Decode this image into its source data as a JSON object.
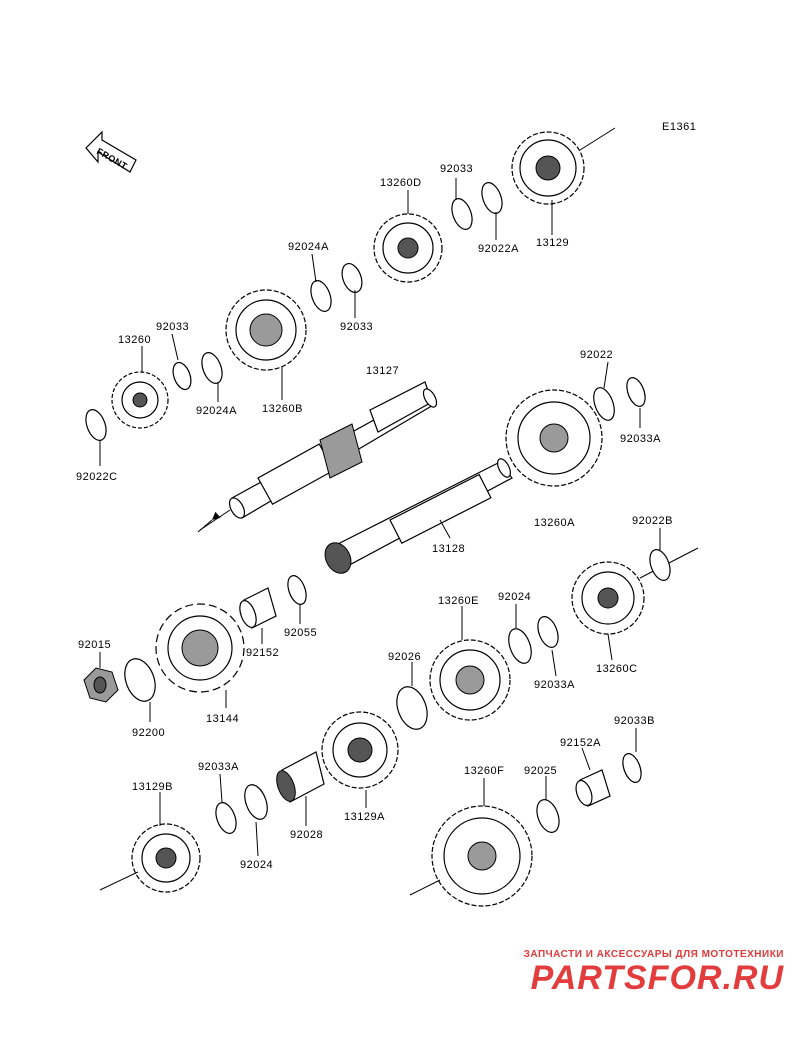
{
  "diagram_id": "E1361",
  "front_label": "FRONT",
  "parts": {
    "p13129": "13129",
    "p92022A": "92022A",
    "p92033_top": "92033",
    "p13260D": "13260D",
    "p92033_mid": "92033",
    "p92024A_top": "92024A",
    "p13260B": "13260B",
    "p92024A_bottom": "92024A",
    "p92033_left": "92033",
    "p13260": "13260",
    "p92022C": "92022C",
    "p13127": "13127",
    "p92022": "92022",
    "p92033A_right": "92033A",
    "p13260A": "13260A",
    "p13128": "13128",
    "p92022B": "92022B",
    "p92055": "92055",
    "p92152": "92152",
    "p92015": "92015",
    "p92200": "92200",
    "p13144": "13144",
    "p13260E": "13260E",
    "p92024": "92024",
    "p92026": "92026",
    "p92033A_mid": "92033A",
    "p13260C": "13260C",
    "p92033B": "92033B",
    "p92152A": "92152A",
    "p92025": "92025",
    "p13260F": "13260F",
    "p92028": "92028",
    "p13129A": "13129A",
    "p92033A_lower": "92033A",
    "p92024_lower": "92024",
    "p13129B": "13129B"
  },
  "watermark": {
    "tagline": "ЗАПЧАСТИ И АКСЕССУАРЫ ДЛЯ МОТОТЕХНИКИ",
    "logo": "PARTSFOR.RU"
  },
  "colors": {
    "line": "#000000",
    "watermark": "#e33c3c"
  }
}
